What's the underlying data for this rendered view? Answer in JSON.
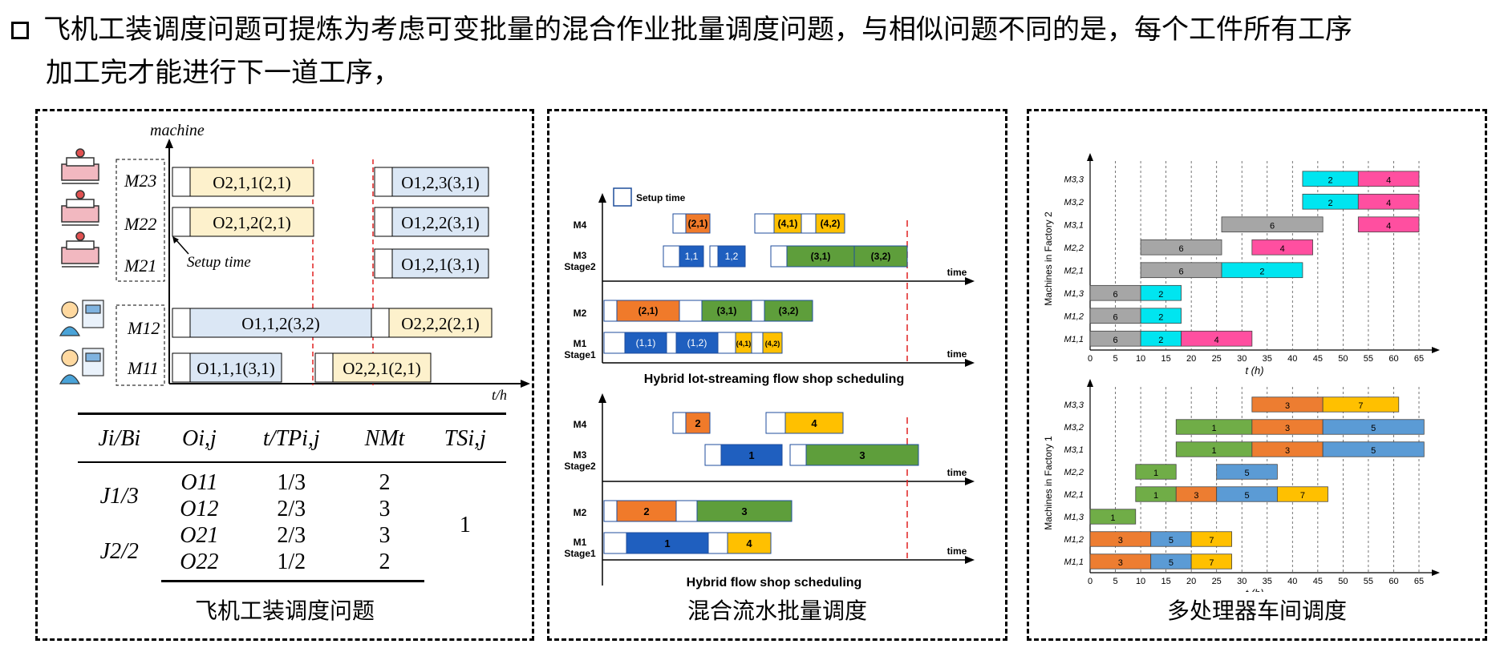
{
  "heading": {
    "line1": "飞机工装调度问题可提炼为考虑可变批量的混合作业批量调度问题，与相似问题不同的是，每个工件所有工序",
    "line2": "加工完才能进行下一道工序，"
  },
  "panel_left": {
    "caption": "飞机工装调度问题",
    "axis_y": "machine",
    "axis_x": "t/h",
    "setup_label": "Setup time",
    "machines": [
      "M23",
      "M22",
      "M21",
      "M12",
      "M11"
    ],
    "ops": {
      "m23a": "O2,1,1(2,1)",
      "m23b": "O1,2,3(3,1)",
      "m22a": "O2,1,2(2,1)",
      "m22b": "O1,2,2(3,1)",
      "m21b": "O1,2,1(3,1)",
      "m12a": "O1,1,2(3,2)",
      "m12b": "O2,2,2(2,1)",
      "m11a": "O1,1,1(3,1)",
      "m11b": "O2,2,1(2,1)"
    },
    "table": {
      "headers": [
        "Ji/Bi",
        "Oi,j",
        "t/TPi,j",
        "NMt",
        "TSi,j"
      ],
      "job1": "J1/3",
      "job2": "J2/2",
      "rows": [
        {
          "op": "O11",
          "t": "1/3",
          "n": "2"
        },
        {
          "op": "O12",
          "t": "2/3",
          "n": "3"
        },
        {
          "op": "O21",
          "t": "2/3",
          "n": "3"
        },
        {
          "op": "O22",
          "t": "1/2",
          "n": "2"
        }
      ],
      "ts": "1"
    }
  },
  "panel_mid": {
    "caption": "混合流水批量调度",
    "legend": "Setup time",
    "title_top": "Hybrid lot-streaming flow shop scheduling",
    "title_bottom": "Hybrid flow shop scheduling",
    "time_label": "time",
    "stage_labels": {
      "m4": "M4",
      "m3": "M3",
      "stage2": "Stage2",
      "m2": "M2",
      "m1": "M1",
      "stage1": "Stage1"
    },
    "top_blocks": {
      "m4": [
        "(2,1)",
        "(4,1)",
        "(4,2)"
      ],
      "m3": [
        "1,1",
        "1,2",
        "(3,1)",
        "(3,2)"
      ],
      "m2": [
        "(2,1)",
        "(3,1)",
        "(3,2)"
      ],
      "m1": [
        "(1,1)",
        "(1,2)",
        "(4,1)",
        "(4,2)"
      ]
    },
    "bottom_blocks": {
      "m4": [
        "2",
        "4"
      ],
      "m3": [
        "1",
        "3"
      ],
      "m2": [
        "2",
        "3"
      ],
      "m1": [
        "1",
        "4"
      ]
    },
    "colors": {
      "orange": "#f07a2a",
      "yellow": "#ffc000",
      "green": "#5e9e3b",
      "blue": "#1f5fbf"
    }
  },
  "panel_right": {
    "caption": "多处理器车间调度",
    "colors": {
      "gray": "#a6a6a6",
      "cyan": "#00e5f0",
      "pink": "#ff4fa0",
      "orange": "#ed7d31",
      "yellow": "#ffc000",
      "green": "#70ad47",
      "blue": "#5b9bd5"
    },
    "chart_data": [
      {
        "type": "gantt",
        "ylabel": "Machines in Factory 2",
        "xlabel": "t (h)",
        "xlim": [
          0,
          65
        ],
        "xticks": [
          0,
          5,
          10,
          15,
          20,
          25,
          30,
          35,
          40,
          45,
          50,
          55,
          60,
          65
        ],
        "machines": [
          "M3,3",
          "M3,2",
          "M3,1",
          "M2,2",
          "M2,1",
          "M1,3",
          "M1,2",
          "M1,1"
        ],
        "tasks": [
          {
            "m": "M3,3",
            "start": 42,
            "end": 53,
            "job": "2",
            "color": "cyan"
          },
          {
            "m": "M3,3",
            "start": 53,
            "end": 65,
            "job": "4",
            "color": "pink"
          },
          {
            "m": "M3,2",
            "start": 42,
            "end": 53,
            "job": "2",
            "color": "cyan"
          },
          {
            "m": "M3,2",
            "start": 53,
            "end": 65,
            "job": "4",
            "color": "pink"
          },
          {
            "m": "M3,1",
            "start": 26,
            "end": 46,
            "job": "6",
            "color": "gray"
          },
          {
            "m": "M3,1",
            "start": 53,
            "end": 65,
            "job": "4",
            "color": "pink"
          },
          {
            "m": "M2,2",
            "start": 10,
            "end": 26,
            "job": "6",
            "color": "gray"
          },
          {
            "m": "M2,2",
            "start": 32,
            "end": 44,
            "job": "4",
            "color": "pink"
          },
          {
            "m": "M2,1",
            "start": 10,
            "end": 26,
            "job": "6",
            "color": "gray"
          },
          {
            "m": "M2,1",
            "start": 26,
            "end": 42,
            "job": "2",
            "color": "cyan"
          },
          {
            "m": "M1,3",
            "start": 0,
            "end": 10,
            "job": "6",
            "color": "gray"
          },
          {
            "m": "M1,3",
            "start": 10,
            "end": 18,
            "job": "2",
            "color": "cyan"
          },
          {
            "m": "M1,2",
            "start": 0,
            "end": 10,
            "job": "6",
            "color": "gray"
          },
          {
            "m": "M1,2",
            "start": 10,
            "end": 18,
            "job": "2",
            "color": "cyan"
          },
          {
            "m": "M1,1",
            "start": 0,
            "end": 10,
            "job": "6",
            "color": "gray"
          },
          {
            "m": "M1,1",
            "start": 10,
            "end": 18,
            "job": "2",
            "color": "cyan"
          },
          {
            "m": "M1,1",
            "start": 18,
            "end": 32,
            "job": "4",
            "color": "pink"
          }
        ]
      },
      {
        "type": "gantt",
        "ylabel": "Machines in Factory 1",
        "xlabel": "t (h)",
        "xlim": [
          0,
          65
        ],
        "xticks": [
          0,
          5,
          10,
          15,
          20,
          25,
          30,
          35,
          40,
          45,
          50,
          55,
          60,
          65
        ],
        "machines": [
          "M3,3",
          "M3,2",
          "M3,1",
          "M2,2",
          "M2,1",
          "M1,3",
          "M1,2",
          "M1,1"
        ],
        "tasks": [
          {
            "m": "M3,3",
            "start": 32,
            "end": 46,
            "job": "3",
            "color": "orange"
          },
          {
            "m": "M3,3",
            "start": 46,
            "end": 61,
            "job": "7",
            "color": "yellow"
          },
          {
            "m": "M3,2",
            "start": 17,
            "end": 32,
            "job": "1",
            "color": "green"
          },
          {
            "m": "M3,2",
            "start": 32,
            "end": 46,
            "job": "3",
            "color": "orange"
          },
          {
            "m": "M3,2",
            "start": 46,
            "end": 66,
            "job": "5",
            "color": "blue"
          },
          {
            "m": "M3,1",
            "start": 17,
            "end": 32,
            "job": "1",
            "color": "green"
          },
          {
            "m": "M3,1",
            "start": 32,
            "end": 46,
            "job": "3",
            "color": "orange"
          },
          {
            "m": "M3,1",
            "start": 46,
            "end": 66,
            "job": "5",
            "color": "blue"
          },
          {
            "m": "M2,2",
            "start": 9,
            "end": 17,
            "job": "1",
            "color": "green"
          },
          {
            "m": "M2,2",
            "start": 25,
            "end": 37,
            "job": "5",
            "color": "blue"
          },
          {
            "m": "M2,1",
            "start": 9,
            "end": 17,
            "job": "1",
            "color": "green"
          },
          {
            "m": "M2,1",
            "start": 17,
            "end": 25,
            "job": "3",
            "color": "orange"
          },
          {
            "m": "M2,1",
            "start": 25,
            "end": 37,
            "job": "5",
            "color": "blue"
          },
          {
            "m": "M2,1",
            "start": 37,
            "end": 47,
            "job": "7",
            "color": "yellow"
          },
          {
            "m": "M1,3",
            "start": 0,
            "end": 9,
            "job": "1",
            "color": "green"
          },
          {
            "m": "M1,2",
            "start": 0,
            "end": 12,
            "job": "3",
            "color": "orange"
          },
          {
            "m": "M1,2",
            "start": 12,
            "end": 20,
            "job": "5",
            "color": "blue"
          },
          {
            "m": "M1,2",
            "start": 20,
            "end": 28,
            "job": "7",
            "color": "yellow"
          },
          {
            "m": "M1,1",
            "start": 0,
            "end": 12,
            "job": "3",
            "color": "orange"
          },
          {
            "m": "M1,1",
            "start": 12,
            "end": 20,
            "job": "5",
            "color": "blue"
          },
          {
            "m": "M1,1",
            "start": 20,
            "end": 28,
            "job": "7",
            "color": "yellow"
          }
        ]
      }
    ]
  }
}
